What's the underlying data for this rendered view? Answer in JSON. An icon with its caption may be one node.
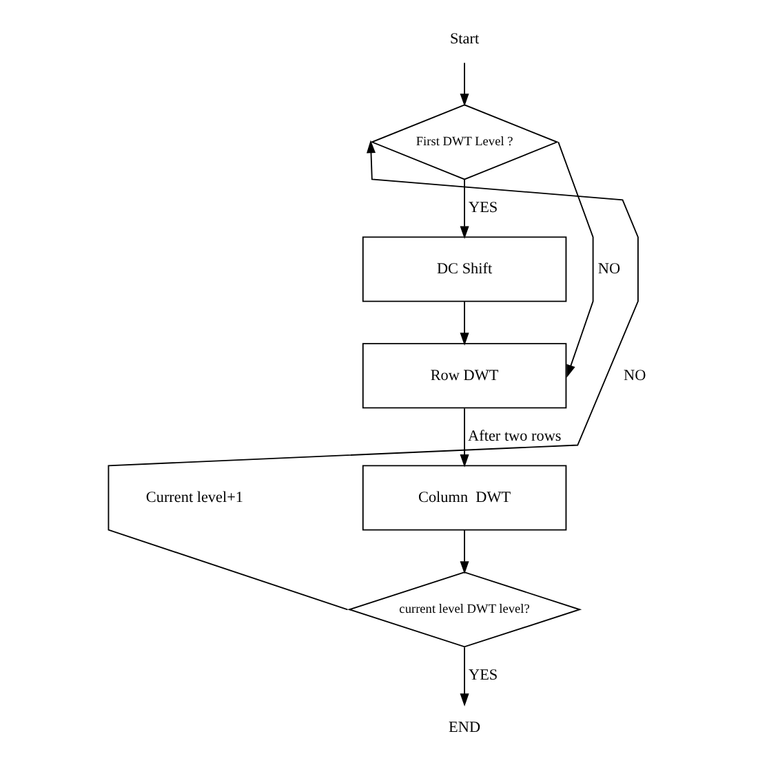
{
  "diagram": {
    "nodes": [
      {
        "text": [
          "Start"
        ]
      },
      {
        "text": [
          "First DWT Level ?"
        ]
      },
      {
        "text": [
          "DC Shift"
        ]
      },
      {
        "text": [
          "Row DWT"
        ]
      },
      {
        "text": [
          "Column  DWT"
        ]
      },
      {
        "text": [
          "current level DWT level?"
        ]
      },
      {
        "text": [
          "END"
        ]
      }
    ],
    "edges": [
      {
        "from": 0,
        "to": 1,
        "arrow": "to"
      },
      {
        "from": 1,
        "to": 2,
        "arrow": "to",
        "label": "YES"
      },
      {
        "from": 1,
        "to": 3,
        "arrow": "to",
        "label": "NO"
      },
      {
        "from": 2,
        "to": 3,
        "arrow": "to"
      },
      {
        "from": 3,
        "to": 4,
        "arrow": "to",
        "label": "After two rows"
      },
      {
        "from": 4,
        "to": 5,
        "arrow": "to"
      },
      {
        "from": 5,
        "to": 1,
        "arrow": "to",
        "label": "NO"
      },
      {
        "from": 5,
        "to": 6,
        "arrow": "to",
        "label": "YES"
      }
    ],
    "labels": [
      "Current level+1"
    ]
  }
}
